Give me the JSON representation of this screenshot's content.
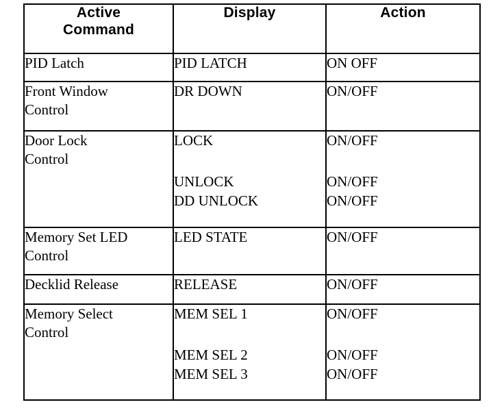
{
  "table": {
    "columns": [
      {
        "id": "active-command",
        "label_line1": "Active",
        "label_line2": "Command"
      },
      {
        "id": "display",
        "label_line1": "Display",
        "label_line2": ""
      },
      {
        "id": "action",
        "label_line1": "Action",
        "label_line2": ""
      }
    ],
    "rows": [
      {
        "command_line1": "PID Latch",
        "command_line2": "",
        "display": [
          "PID LATCH"
        ],
        "action": [
          "ON OFF"
        ]
      },
      {
        "command_line1": "Front Window",
        "command_line2": "Control",
        "display": [
          "DR DOWN"
        ],
        "action": [
          "ON/OFF"
        ]
      },
      {
        "command_line1": "Door Lock",
        "command_line2": "Control",
        "display": [
          "LOCK",
          "UNLOCK",
          "DD UNLOCK"
        ],
        "action": [
          "ON/OFF",
          "ON/OFF",
          "ON/OFF"
        ]
      },
      {
        "command_line1": "Memory Set LED",
        "command_line2": "Control",
        "display": [
          "LED STATE"
        ],
        "action": [
          "ON/OFF"
        ]
      },
      {
        "command_line1": "Decklid Release",
        "command_line2": "",
        "display": [
          "RELEASE"
        ],
        "action": [
          "ON/OFF"
        ]
      },
      {
        "command_line1": "Memory Select",
        "command_line2": "Control",
        "display": [
          "MEM SEL 1",
          "MEM SEL 2",
          "MEM SEL 3"
        ],
        "action": [
          "ON/OFF",
          "ON/OFF",
          "ON/OFF"
        ]
      }
    ]
  },
  "colors": {
    "border": "#000000",
    "text": "#000000",
    "background": "#ffffff"
  }
}
